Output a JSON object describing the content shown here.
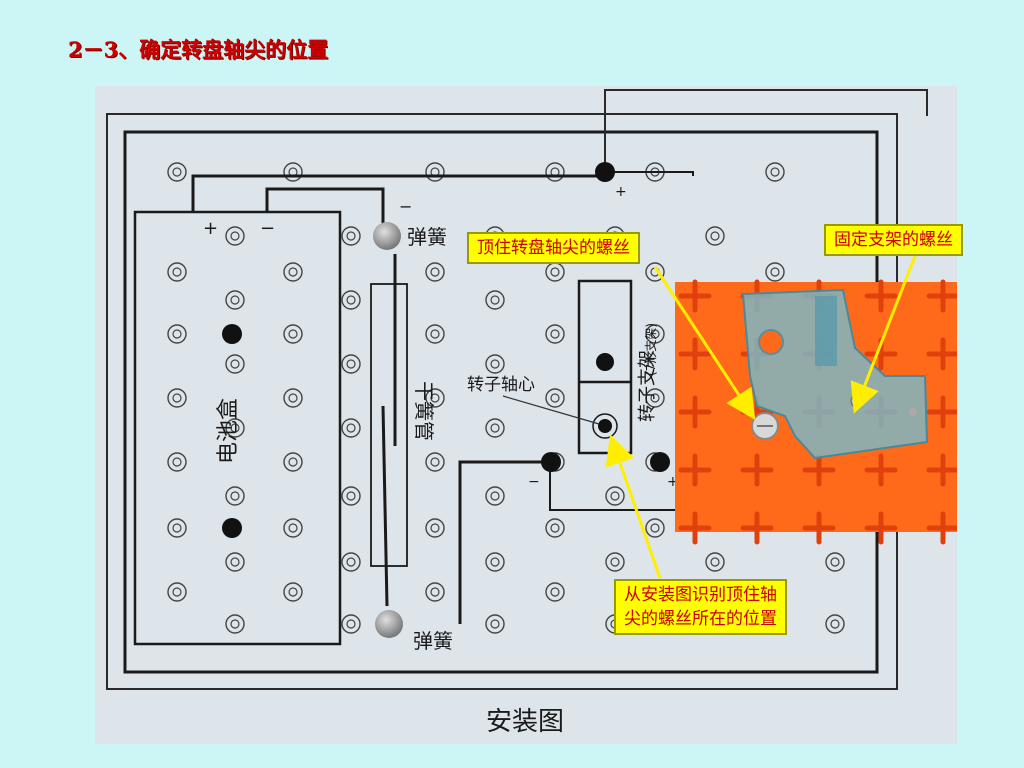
{
  "slide": {
    "title": "2－3、确定转盘轴尖的位置"
  },
  "diagram": {
    "caption": "安装图",
    "battery_box": "电池盒",
    "reed_switch": "干簧管",
    "spring_top": "弹簧",
    "spring_bottom": "弹簧",
    "rotor_axis": "转子轴心",
    "rotor_bracket": "转子支架",
    "rotor_bracket_note": "(7形支架)",
    "plus": "+",
    "minus": "−"
  },
  "callouts": {
    "left": "顶住转盘轴尖的螺丝",
    "right": "固定支架的螺丝",
    "bottom_line1": "从安装图识别顶住轴",
    "bottom_line2": "尖的螺丝所在的位置"
  },
  "colors": {
    "title": "#cc0000",
    "slide_bg": "#ccf5f5",
    "board": "#dde5ea",
    "photo_orange": "#ff6a1a",
    "callout_bg": "#ffff00",
    "callout_text": "#cc0000"
  }
}
